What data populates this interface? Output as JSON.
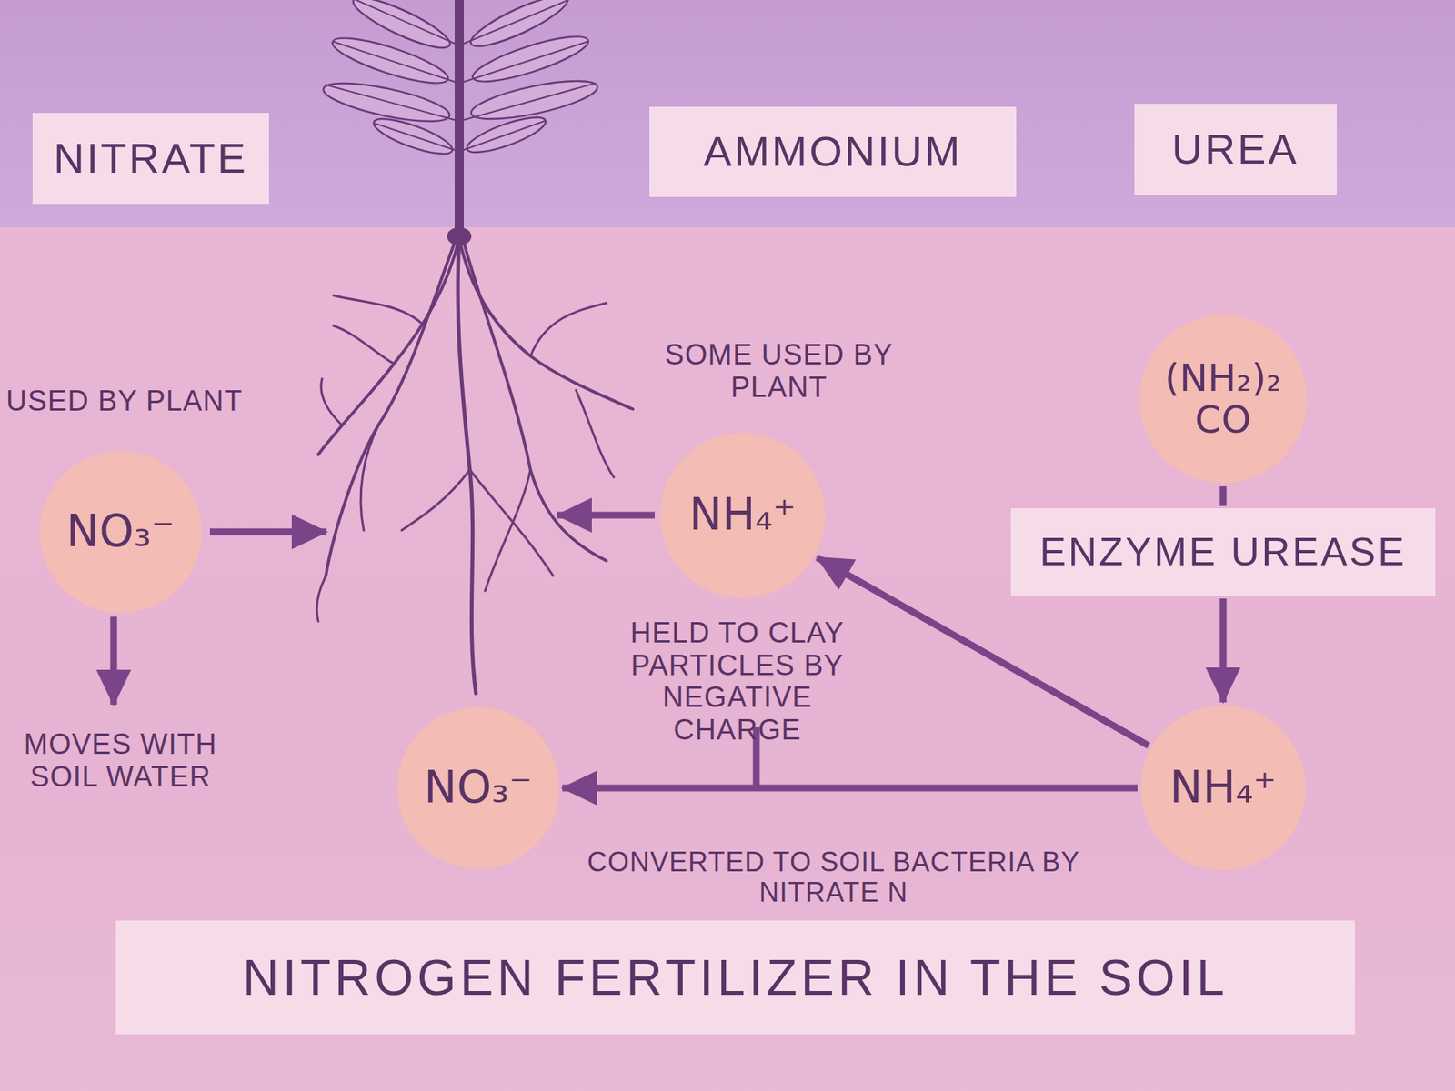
{
  "diagram": {
    "title": "NITROGEN FERTILIZER IN THE SOIL",
    "nodes": [
      {
        "text": [
          "NITRATE"
        ]
      },
      {
        "text": [
          "AMMONIUM"
        ]
      },
      {
        "text": [
          "UREA"
        ]
      },
      {
        "text": [
          "(NH₂)₂ CO"
        ]
      },
      {
        "text": [
          "NO₃⁻"
        ]
      },
      {
        "text": [
          "NH₄⁺"
        ]
      },
      {
        "text": [
          "ENZYME UREASE"
        ]
      },
      {
        "text": [
          "NO₃⁻"
        ]
      },
      {
        "text": [
          "NH₄⁺"
        ]
      }
    ],
    "edges": [
      {
        "from": 3,
        "to": 6,
        "arrow": "none"
      },
      {
        "from": 6,
        "to": 8,
        "arrow": "to"
      },
      {
        "from": 8,
        "to": 7,
        "arrow": "to",
        "label": "CONVERTED TO SOIL BACTERIA BY NITRATE N"
      },
      {
        "from": 8,
        "to": 5,
        "arrow": "to"
      }
    ],
    "labels": [
      "USED BY PLANT",
      "SOME USED BY PLANT",
      "HELD TO CLAY PARTICLES BY NEGATIVE CHARGE",
      "MOVES WITH SOIL WATER"
    ]
  }
}
